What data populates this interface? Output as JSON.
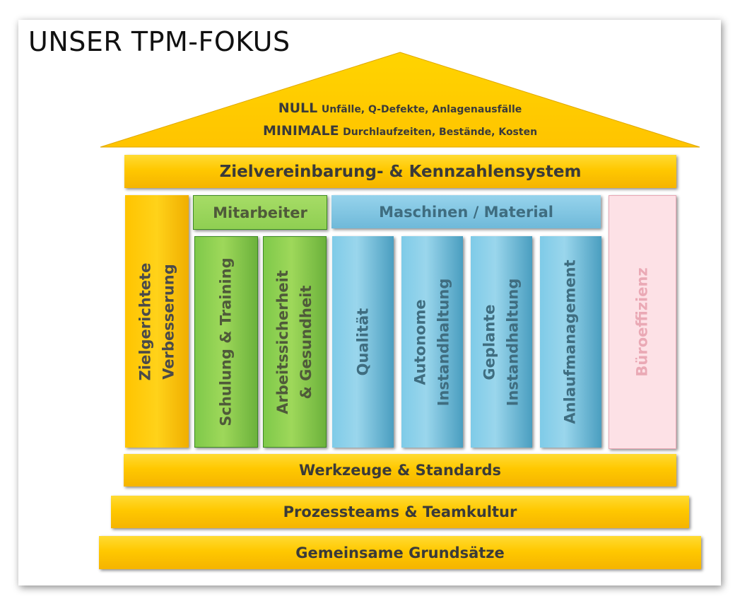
{
  "title": "UNSER TPM-FOKUS",
  "roof": {
    "line1_bold": "NULL",
    "line1_rest": "Unfälle, Q-Defekte, Anlagenausfälle",
    "line2_bold": "MINIMALE",
    "line2_rest": "Durchlaufzeiten, Bestände, Kosten"
  },
  "beam": "Zielvereinbarung- & Kennzahlensystem",
  "groups": {
    "mitarbeiter": "Mitarbeiter",
    "maschinen": "Maschinen / Material"
  },
  "pillars": {
    "zielgerichtete": [
      "Zielgerichtete",
      "Verbesserung"
    ],
    "schulung": [
      "Schulung & Training"
    ],
    "arbeitssicherheit": [
      "Arbeitssicherheit",
      "& Gesundheit"
    ],
    "qualitaet": [
      "Qualität"
    ],
    "autonome": [
      "Autonome",
      "Instandhaltung"
    ],
    "geplante": [
      "Geplante",
      "Instandhaltung"
    ],
    "anlauf": [
      "Anlaufmanagement"
    ],
    "buero": [
      "Büroeffizienz"
    ]
  },
  "foundation": {
    "werkzeuge": "Werkzeuge & Standards",
    "prozessteams": "Prozessteams & Teamkultur",
    "grundsaetze": "Gemeinsame Grundsätze"
  },
  "colors": {
    "gold": "#ffc800",
    "green": "#8fcf52",
    "blue": "#7fcbe8",
    "pink": "#fde1e6"
  }
}
